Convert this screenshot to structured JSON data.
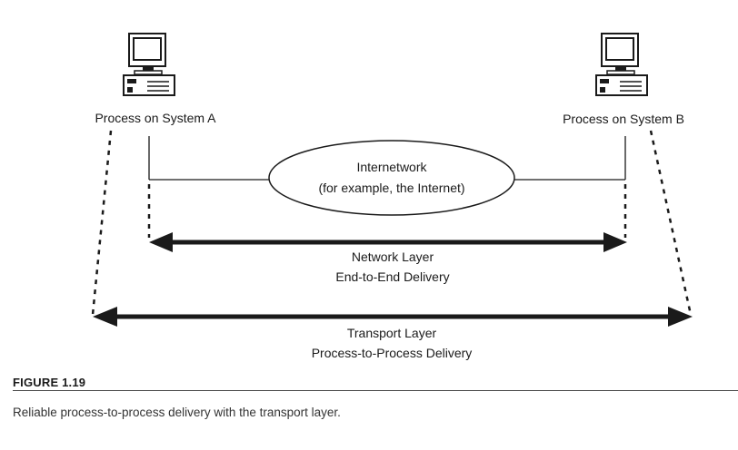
{
  "diagram": {
    "system_a_label": "Process on System A",
    "system_b_label": "Process on System B",
    "internetwork_line1": "Internetwork",
    "internetwork_line2": "(for example, the Internet)",
    "network_layer_line1": "Network Layer",
    "network_layer_line2": "End-to-End Delivery",
    "transport_layer_line1": "Transport Layer",
    "transport_layer_line2": "Process-to-Process Delivery",
    "icons": {
      "system_a": "desktop-computer-icon",
      "system_b": "desktop-computer-icon"
    },
    "colors": {
      "ink": "#1a1a1a",
      "rule": "#4a4a4a"
    }
  },
  "figure": {
    "label": "FIGURE 1.19",
    "caption": "Reliable process-to-process delivery with the transport layer."
  }
}
